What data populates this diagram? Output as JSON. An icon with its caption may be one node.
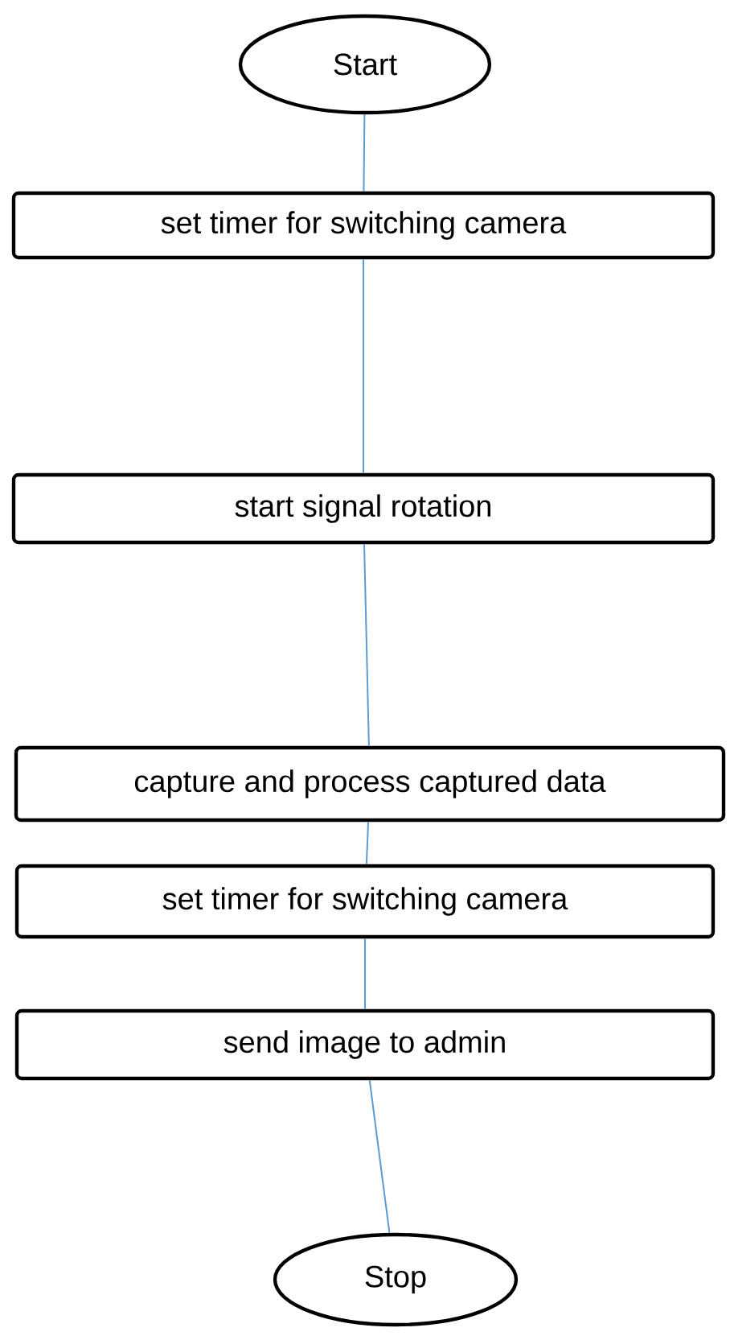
{
  "diagram": {
    "nodes": [
      {
        "text": [
          "Start"
        ]
      },
      {
        "text": [
          "set timer for switching camera"
        ]
      },
      {
        "text": [
          "start signal rotation"
        ]
      },
      {
        "text": [
          "capture and process captured data"
        ]
      },
      {
        "text": [
          "set timer for switching camera"
        ]
      },
      {
        "text": [
          "send image to admin"
        ]
      },
      {
        "text": [
          "Stop"
        ]
      }
    ],
    "edges": [
      {
        "from": 0,
        "to": 1,
        "arrow": "none"
      },
      {
        "from": 1,
        "to": 2,
        "arrow": "none"
      },
      {
        "from": 2,
        "to": 3,
        "arrow": "none"
      },
      {
        "from": 3,
        "to": 4,
        "arrow": "none"
      },
      {
        "from": 4,
        "to": 5,
        "arrow": "none"
      },
      {
        "from": 5,
        "to": 6,
        "arrow": "none"
      }
    ]
  }
}
